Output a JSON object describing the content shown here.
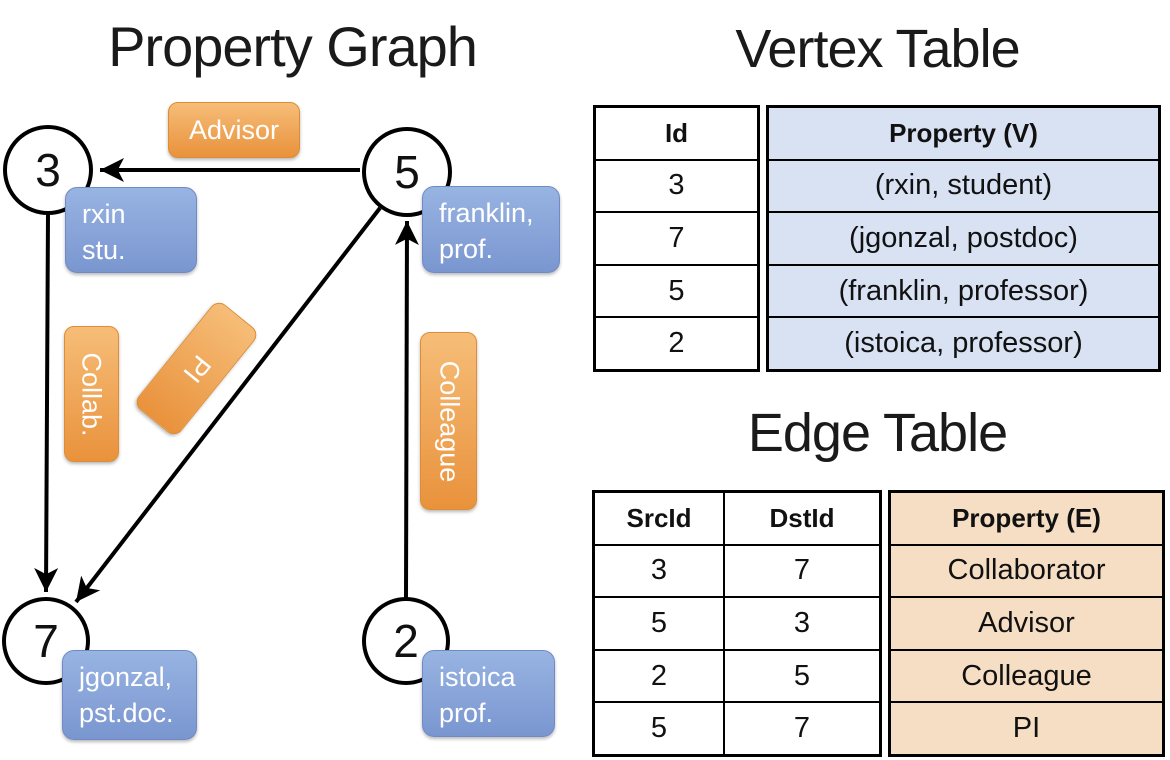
{
  "graph": {
    "title": "Property Graph",
    "nodes": [
      {
        "id": "3",
        "label_lines": [
          "rxin",
          "stu."
        ]
      },
      {
        "id": "5",
        "label_lines": [
          "franklin,",
          "prof."
        ]
      },
      {
        "id": "7",
        "label_lines": [
          "jgonzal,",
          "pst.doc."
        ]
      },
      {
        "id": "2",
        "label_lines": [
          "istoica",
          "prof."
        ]
      }
    ],
    "edge_labels": {
      "advisor": "Advisor",
      "collab": "Collab.",
      "pi": "PI",
      "colleague": "Colleague"
    }
  },
  "vertex_table": {
    "title": "Vertex Table",
    "columns": {
      "id": "Id",
      "property": "Property (V)"
    },
    "rows": [
      {
        "id": "3",
        "property": "(rxin, student)"
      },
      {
        "id": "7",
        "property": "(jgonzal, postdoc)"
      },
      {
        "id": "5",
        "property": "(franklin, professor)"
      },
      {
        "id": "2",
        "property": "(istoica, professor)"
      }
    ]
  },
  "edge_table": {
    "title": "Edge Table",
    "columns": {
      "src": "SrcId",
      "dst": "DstId",
      "property": "Property (E)"
    },
    "rows": [
      {
        "src": "3",
        "dst": "7",
        "property": "Collaborator"
      },
      {
        "src": "5",
        "dst": "3",
        "property": "Advisor"
      },
      {
        "src": "2",
        "dst": "5",
        "property": "Colleague"
      },
      {
        "src": "5",
        "dst": "7",
        "property": "PI"
      }
    ]
  },
  "colors": {
    "edge_label_orange_top": "#F6BD78",
    "edge_label_orange_bottom": "#E9923C",
    "vertex_label_blue_top": "#98B4E2",
    "vertex_label_blue_bottom": "#7A96D0",
    "vertex_table_fill": "#D8E2F3",
    "edge_table_fill": "#F6DEC5",
    "line_color": "#000000"
  }
}
